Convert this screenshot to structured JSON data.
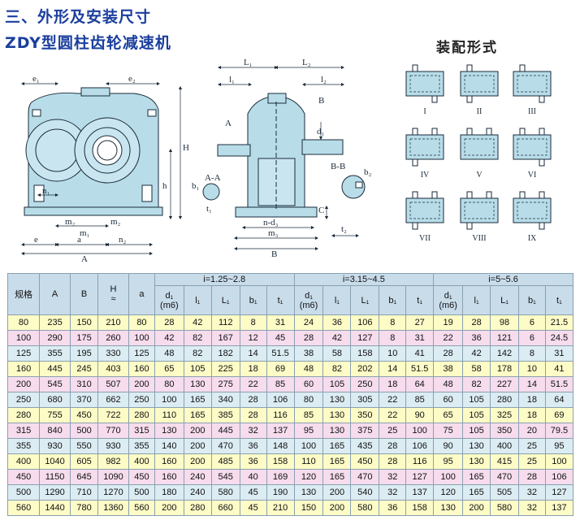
{
  "title": {
    "section": "三、外形及安装尺寸",
    "product": "ZDY型圆柱齿轮减速机"
  },
  "drawing": {
    "assembly_title": "装配形式",
    "assembly_forms": [
      "I",
      "II",
      "III",
      "IV",
      "V",
      "VI",
      "VII",
      "VIII",
      "IX"
    ],
    "front_labels": {
      "e1": "e₁",
      "e2": "e₂",
      "H": "H",
      "h": "h",
      "n1": "n₁",
      "m2": "m₂",
      "m1": "m₁",
      "e": "e",
      "a": "a",
      "n2": "n₂",
      "A": "A"
    },
    "side_labels": {
      "L1": "L₁",
      "L2": "L₂",
      "l1": "l₁",
      "l2": "l₂",
      "A": "A",
      "B": "B",
      "AA": "A-A",
      "BB": "B-B",
      "d1": "d₁",
      "b1": "b₁",
      "t1": "t₁",
      "t2": "t₂",
      "b2": "b₂",
      "C": "C",
      "nd3": "n-d₃",
      "m3": "m₃",
      "Bdim": "B"
    }
  },
  "table": {
    "headers": {
      "spec": "规格",
      "A": "A",
      "B": "B",
      "H": "H",
      "approx": "≈",
      "a": "a",
      "groups": [
        "i=1.25~2.8",
        "i=3.15~4.5",
        "i=5~5.6"
      ],
      "sub": [
        "d₁",
        "(m6)",
        "l₁",
        "L₁",
        "b₁",
        "t₁"
      ]
    },
    "rows": [
      [
        "80",
        "235",
        "150",
        "210",
        "80",
        "28",
        "42",
        "112",
        "8",
        "31",
        "24",
        "36",
        "106",
        "8",
        "27",
        "19",
        "28",
        "98",
        "6",
        "21.5"
      ],
      [
        "100",
        "290",
        "175",
        "260",
        "100",
        "42",
        "82",
        "167",
        "12",
        "45",
        "28",
        "42",
        "127",
        "8",
        "31",
        "22",
        "36",
        "121",
        "6",
        "24.5"
      ],
      [
        "125",
        "355",
        "195",
        "330",
        "125",
        "48",
        "82",
        "182",
        "14",
        "51.5",
        "38",
        "58",
        "158",
        "10",
        "41",
        "28",
        "42",
        "142",
        "8",
        "31"
      ],
      [
        "160",
        "445",
        "245",
        "403",
        "160",
        "65",
        "105",
        "225",
        "18",
        "69",
        "48",
        "82",
        "202",
        "14",
        "51.5",
        "38",
        "58",
        "178",
        "10",
        "41"
      ],
      [
        "200",
        "545",
        "310",
        "507",
        "200",
        "80",
        "130",
        "275",
        "22",
        "85",
        "60",
        "105",
        "250",
        "18",
        "64",
        "48",
        "82",
        "227",
        "14",
        "51.5"
      ],
      [
        "250",
        "680",
        "370",
        "662",
        "250",
        "100",
        "165",
        "340",
        "28",
        "106",
        "80",
        "130",
        "305",
        "22",
        "85",
        "60",
        "105",
        "280",
        "18",
        "64"
      ],
      [
        "280",
        "755",
        "450",
        "722",
        "280",
        "110",
        "165",
        "385",
        "28",
        "116",
        "85",
        "130",
        "350",
        "22",
        "90",
        "65",
        "105",
        "325",
        "18",
        "69"
      ],
      [
        "315",
        "840",
        "500",
        "770",
        "315",
        "130",
        "200",
        "445",
        "32",
        "137",
        "95",
        "130",
        "375",
        "25",
        "100",
        "75",
        "105",
        "350",
        "20",
        "79.5"
      ],
      [
        "355",
        "930",
        "550",
        "930",
        "355",
        "140",
        "200",
        "470",
        "36",
        "148",
        "100",
        "165",
        "435",
        "28",
        "106",
        "90",
        "130",
        "400",
        "25",
        "95"
      ],
      [
        "400",
        "1040",
        "605",
        "982",
        "400",
        "160",
        "200",
        "485",
        "36",
        "158",
        "110",
        "165",
        "450",
        "28",
        "116",
        "95",
        "130",
        "415",
        "25",
        "100"
      ],
      [
        "450",
        "1150",
        "645",
        "1090",
        "450",
        "160",
        "240",
        "545",
        "40",
        "169",
        "120",
        "165",
        "470",
        "32",
        "127",
        "100",
        "165",
        "470",
        "28",
        "106"
      ],
      [
        "500",
        "1290",
        "710",
        "1270",
        "500",
        "180",
        "240",
        "580",
        "45",
        "190",
        "130",
        "200",
        "540",
        "32",
        "137",
        "120",
        "165",
        "505",
        "32",
        "127"
      ],
      [
        "560",
        "1440",
        "780",
        "1360",
        "560",
        "200",
        "280",
        "660",
        "45",
        "210",
        "150",
        "200",
        "580",
        "36",
        "158",
        "130",
        "200",
        "580",
        "32",
        "137"
      ]
    ]
  },
  "colors": {
    "heading": "#1b3f9e",
    "drawing_fill": "#b8dde9",
    "drawing_line": "#1a2a3a",
    "header_bg": "#c9dcea",
    "row_yellow": "#fdfbc6",
    "row_pink": "#f6dced",
    "row_blue": "#dcecf3"
  }
}
